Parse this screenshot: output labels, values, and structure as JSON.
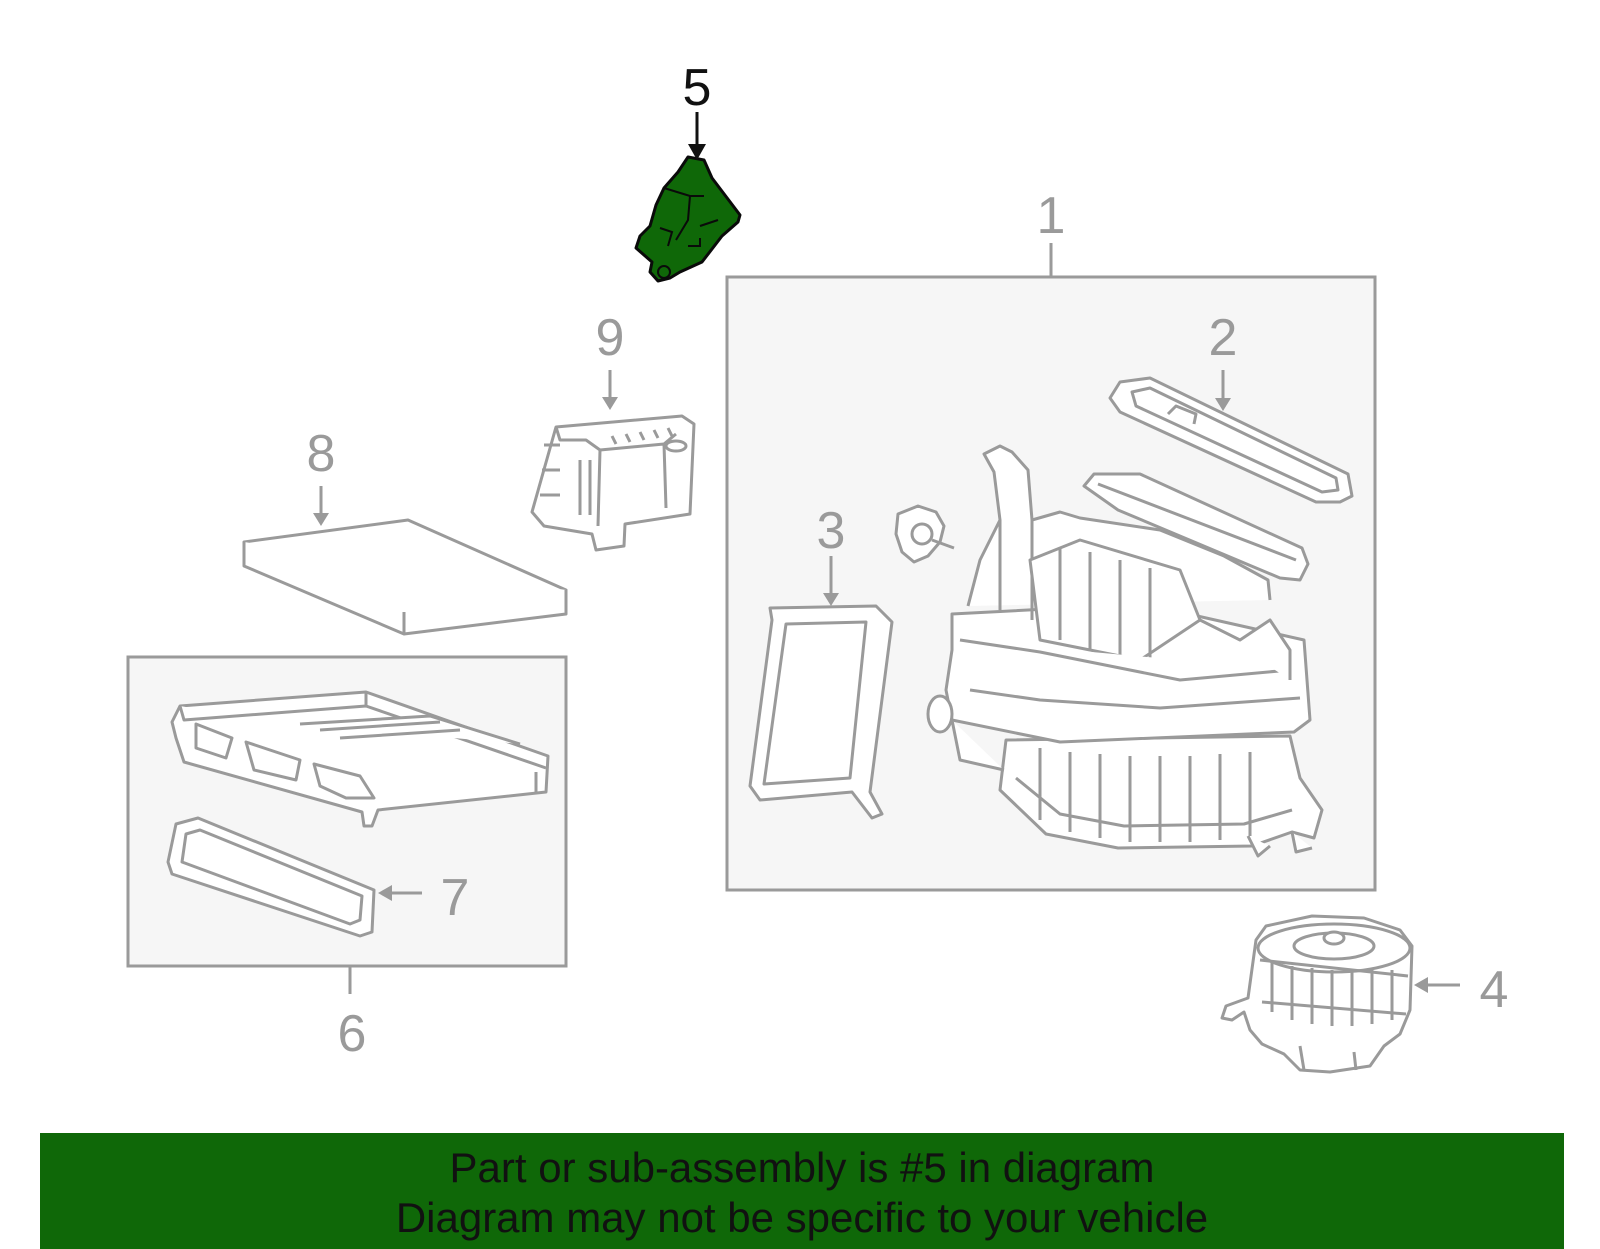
{
  "callouts": {
    "c1": "1",
    "c2": "2",
    "c3": "3",
    "c4": "4",
    "c5": "5",
    "c6": "6",
    "c7": "7",
    "c8": "8",
    "c9": "9"
  },
  "highlighted_part": "5",
  "banner": {
    "line1": "Part or sub-assembly is #5 in diagram",
    "line2": "Diagram may not be specific to your vehicle"
  },
  "colors": {
    "highlight": "#0f6808",
    "outline": "#9a9a9a",
    "box_fill": "#f6f6f6"
  }
}
